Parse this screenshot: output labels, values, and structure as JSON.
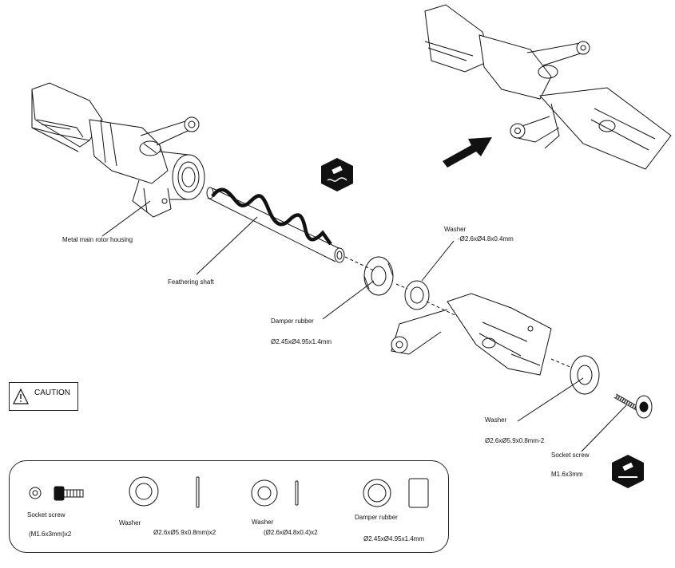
{
  "labels": {
    "housing": "Metal main rotor housing",
    "feathering_shaft": "Feathering shaft",
    "damper_rubber": "Damper rubber",
    "damper_rubber_spec": "Ø2.45xØ4.95x1.4mm",
    "washer_top": "Washer",
    "washer_top_spec": "-Ø2.6xØ4.8x0.4mm",
    "washer_bottom": "Washer",
    "washer_bottom_spec": "Ø2.6xØ5.9x0.8mm-2",
    "socket_screw": "Socket screw",
    "socket_screw_spec": "M1.6x3mm"
  },
  "caution": {
    "text": "CAUTION"
  },
  "parts_list": {
    "socket_screw_name": "Socket screw",
    "socket_screw_qty": "(M1.6x3mm)x2",
    "washer_large_name": "Washer",
    "washer_large_qty": "Ø2.6xØ5.9x0.8mm)x2",
    "washer_small_name": "Washer",
    "washer_small_qty": "(Ø2.6xØ4.8x0.4)x2",
    "damper_name": "Damper rubber",
    "damper_qty": "Ø2.45xØ4.95x1.4mm"
  },
  "icons": [
    "threadlock-icon",
    "grease-icon",
    "caution-icon",
    "assembly-arrow-icon"
  ]
}
